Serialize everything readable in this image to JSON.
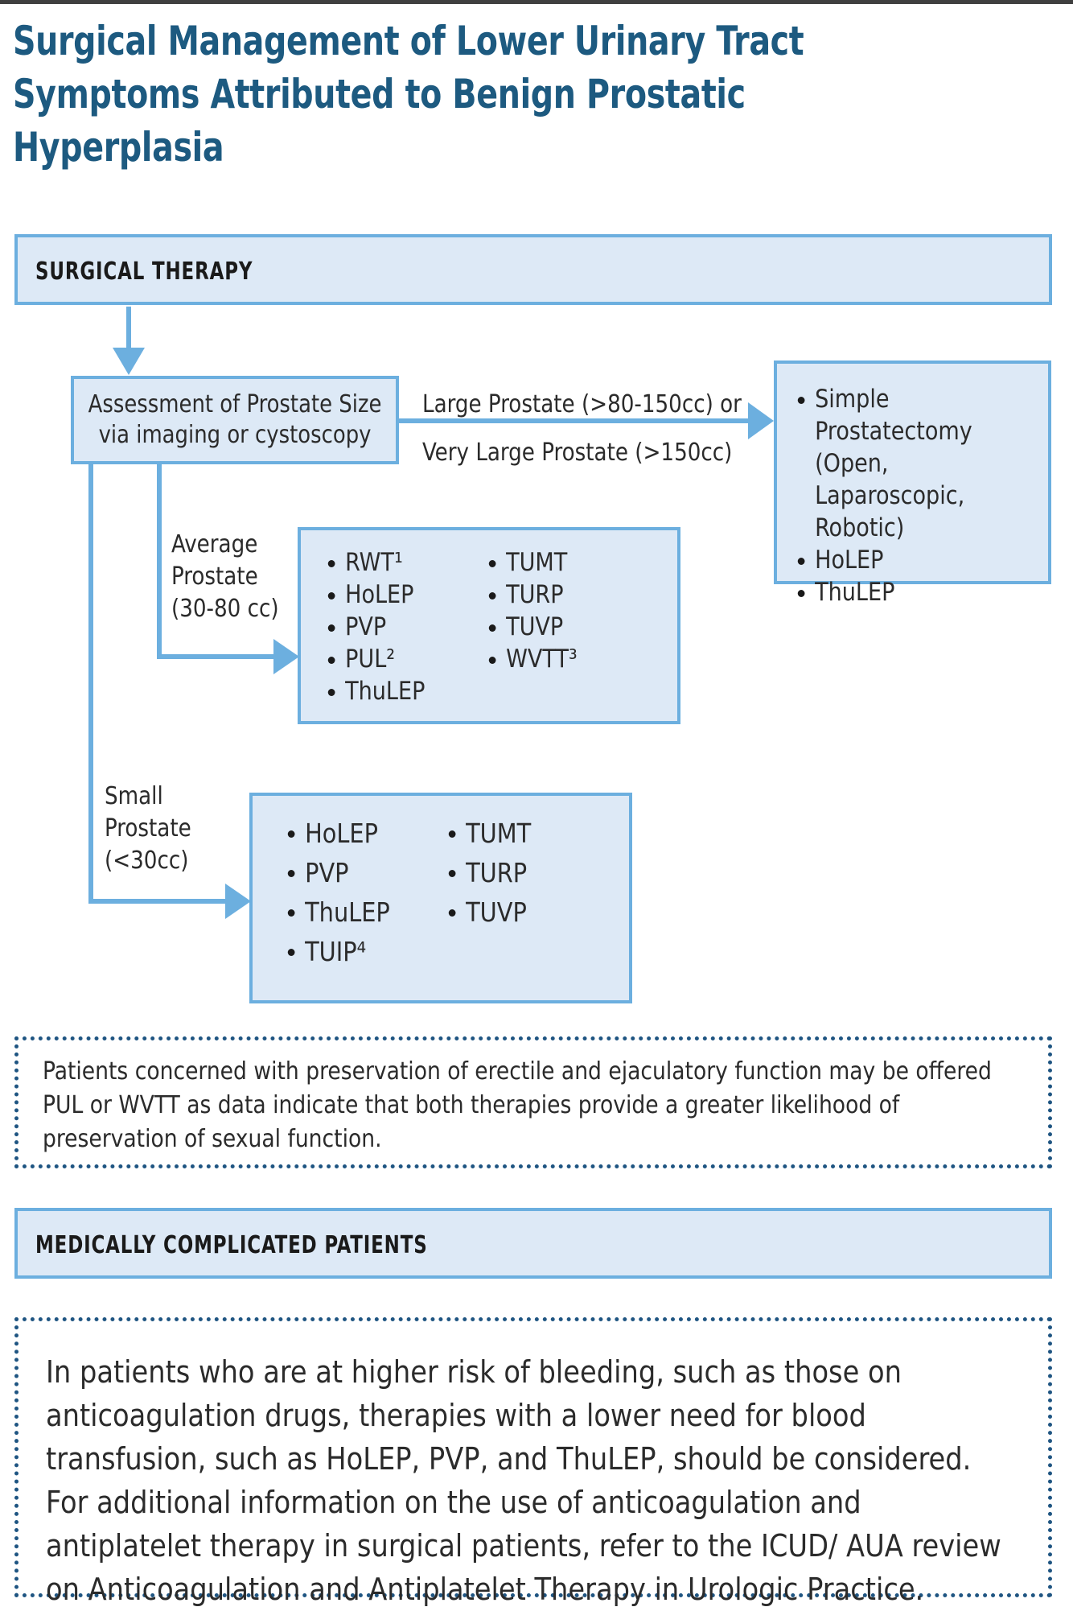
{
  "title": "Surgical Management of Lower Urinary Tract Symptoms Attributed to Benign Prostatic Hyperplasia",
  "colors": {
    "title_blue": "#1d5a80",
    "box_border_blue": "#6cafdf",
    "box_fill_blue": "#dde9f6",
    "dotted_border_blue": "#1f5582",
    "arrow_blue": "#6cafdf",
    "text_black": "#2b2b2b"
  },
  "bands": {
    "surgical_therapy": "SURGICAL THERAPY",
    "medically_complicated": "MEDICALLY COMPLICATED PATIENTS"
  },
  "assessment": {
    "line1": "Assessment of Prostate Size",
    "line2": "via imaging or cystoscopy"
  },
  "branches": {
    "large": {
      "label_line1": "Large Prostate (>80-150cc) or",
      "label_line2": "Very Large Prostate (>150cc)",
      "options": [
        "Simple Prostatectomy (Open, Laparoscopic, Robotic)",
        "HoLEP",
        "ThuLEP"
      ]
    },
    "average": {
      "label": "Average\nProstate\n(30-80 cc)",
      "options_col1": [
        "RWT¹",
        "HoLEP",
        "PVP",
        "PUL²",
        "ThuLEP"
      ],
      "options_col2": [
        "TUMT",
        "TURP",
        "TUVP",
        "WVTT³"
      ]
    },
    "small": {
      "label": "Small\nProstate\n(<30cc)",
      "options_col1": [
        "HoLEP",
        "PVP",
        "ThuLEP",
        "TUIP⁴"
      ],
      "options_col2": [
        "TUMT",
        "TURP",
        "TUVP"
      ]
    }
  },
  "notes": {
    "sexual_function": "Patients concerned with preservation of erectile and ejaculatory function may be offered PUL or WVTT as data indicate that both therapies provide a greater likelihood of preservation of sexual function.",
    "bleeding": "In patients who are at higher risk of bleeding, such as those on anticoagulation drugs, therapies with a lower need for blood transfusion, such as HoLEP, PVP, and ThuLEP, should be considered. For additional information on the use of anticoagulation and antiplatelet therapy in surgical patients, refer to the ICUD/ AUA review on Anticoagulation and Antiplatelet Therapy in Urologic Practice."
  }
}
